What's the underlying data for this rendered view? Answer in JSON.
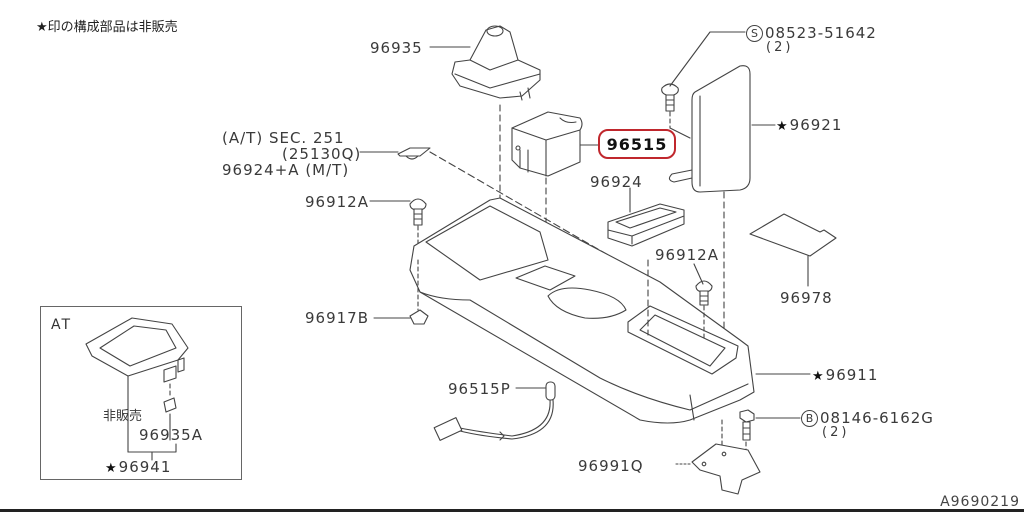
{
  "header": {
    "note": "★印の構成部品は非販売"
  },
  "highlight": {
    "part_number": "96515",
    "border_color": "#c0272d"
  },
  "labels": {
    "shift_boot": "96935",
    "screw_top": "08523-51642",
    "screw_top_symbol": "S",
    "screw_top_qty": "(2)",
    "lid": "96921",
    "sec_ref_line1": "(A/T) SEC. 251",
    "sec_ref_line2": "(25130Q)",
    "sec_ref_line3": "96924+A (M/T)",
    "tray": "96924",
    "clip_left": "96912A",
    "clip_right": "96912A",
    "mat": "96978",
    "clip_bottom": "96917B",
    "console": "96911",
    "harness": "96515P",
    "bolt": "08146-6162G",
    "bolt_symbol": "B",
    "bolt_qty": "(2)",
    "bracket": "96991Q"
  },
  "inset": {
    "title": "AT",
    "not_sold": "非販売",
    "part_a": "96935A",
    "part_b": "96941"
  },
  "footer": {
    "diagram_code": "A9690219"
  },
  "symbols": {
    "star": "★"
  }
}
